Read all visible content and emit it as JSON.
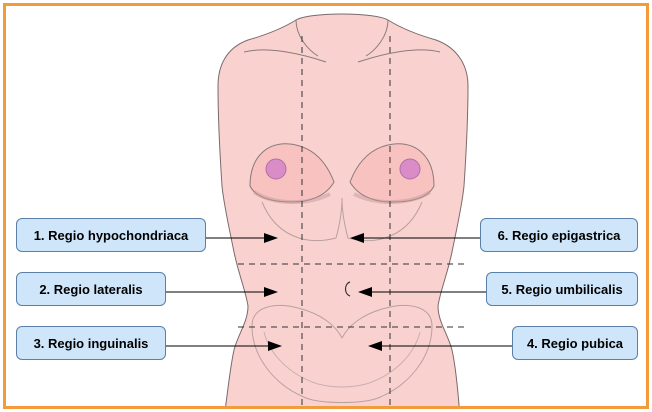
{
  "diagram": {
    "labels": {
      "hypochondriaca": "1. Regio hypochondriaca",
      "lateralis": "2. Regio lateralis",
      "inguinalis": "3. Regio inguinalis",
      "pubica": "4. Regio pubica",
      "umbilicalis": "5. Regio umbilicalis",
      "epigastrica": "6. Regio epigastrica"
    },
    "colors": {
      "frame": "#f39a3a",
      "skin": "#f9d2d0",
      "areola": "#d98cc6",
      "label_fill": "#cfe6fa",
      "label_border": "#5a7fa8"
    }
  }
}
